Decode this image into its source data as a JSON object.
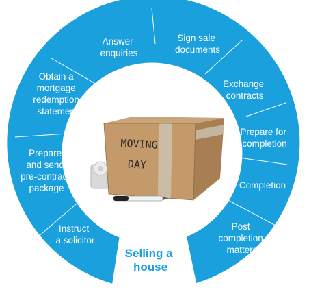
{
  "diagram": {
    "center_title_lines": [
      "Selling a",
      "house"
    ],
    "box_text_lines": [
      "MOVING",
      "DAY"
    ],
    "colors": {
      "ring": "#1aa0dc",
      "title": "#1aa0dc",
      "label": "#ffffff"
    },
    "steps": [
      {
        "lines": [
          "Instruct",
          "a solicitor"
        ]
      },
      {
        "lines": [
          "Prepare",
          "and send",
          "pre-contract",
          "package"
        ]
      },
      {
        "lines": [
          "Obtain a",
          "mortgage",
          "redemption",
          "statement"
        ]
      },
      {
        "lines": [
          "Answer",
          "enquiries"
        ]
      },
      {
        "lines": [
          "Sign sale",
          "documents"
        ]
      },
      {
        "lines": [
          "Exchange",
          "contracts"
        ]
      },
      {
        "lines": [
          "Prepare for",
          "completion"
        ]
      },
      {
        "lines": [
          "Completion"
        ]
      },
      {
        "lines": [
          "Post",
          "completion",
          "matters"
        ]
      }
    ]
  }
}
